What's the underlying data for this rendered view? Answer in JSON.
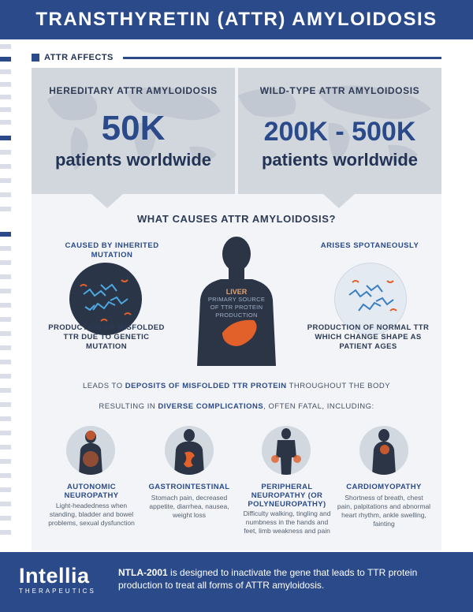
{
  "header": {
    "title": "TRANSTHYRETIN (ATTR) AMYLOIDOSIS"
  },
  "section": {
    "label": "ATTR AFFECTS"
  },
  "stats": {
    "hereditary": {
      "kicker": "HEREDITARY ATTR AMYLOIDOSIS",
      "value": "50K",
      "sub": "patients worldwide"
    },
    "wild_type": {
      "kicker": "WILD-TYPE ATTR AMYLOIDOSIS",
      "value": "200K - 500K",
      "sub": "patients worldwide"
    }
  },
  "causes": {
    "heading": "WHAT CAUSES ATTR AMYLOIDOSIS?",
    "left": {
      "label": "CAUSED BY INHERITED MUTATION",
      "production": "PRODUCTION OF MISFOLDED TTR DUE TO GENETIC MUTATION"
    },
    "right": {
      "label": "ARISES SPOTANEOUSLY",
      "production": "PRODUCTION OF NORMAL TTR WHICH CHANGE SHAPE AS PATIENT AGES"
    },
    "liver": {
      "title": "LIVER",
      "subtitle": "PRIMARY SOURCE OF TTR PROTEIN PRODUCTION"
    }
  },
  "leads": {
    "line1_pre": "LEADS TO ",
    "line1_bold": "DEPOSITS OF MISFOLDED TTR PROTEIN",
    "line1_post": " THROUGHOUT THE BODY",
    "line2_pre": "RESULTING IN ",
    "line2_bold": "DIVERSE COMPLICATIONS",
    "line2_post": ", OFTEN FATAL, INCLUDING:"
  },
  "complications": [
    {
      "title": "AUTONOMIC NEUROPATHY",
      "icon": "neuropathy-body-icon",
      "desc": "Light-headedness when standing, bladder and bowel problems, sexual dysfunction"
    },
    {
      "title": "GASTROINTESTINAL",
      "icon": "digestive-system-icon",
      "desc": "Stomach pain, decreased appetite, diarrhea, nausea, weight loss"
    },
    {
      "title": "PERIPHERAL NEUROPATHY (OR POLYNEUROPATHY)",
      "icon": "hands-feet-icon",
      "desc": "Difficulty walking, tingling and numbness in the hands and feet, limb weakness and pain"
    },
    {
      "title": "CARDIOMYOPATHY",
      "icon": "heart-icon",
      "desc": "Shortness of breath, chest pain, palpitations and abnormal heart rhythm, ankle swelling, fainting"
    }
  ],
  "footer": {
    "logo_name": "Intellia",
    "logo_tag": "THERAPEUTICS",
    "text_bold": "NTLA-2001",
    "text_rest": " is designed to inactivate the gene that leads to TTR protein production to treat all forms of ATTR amyloidosis."
  },
  "colors": {
    "brand_blue": "#2a4a8a",
    "panel": "#f2f4f7",
    "stat_bg": "#d2d7de",
    "accent_orange": "#e2602a"
  }
}
